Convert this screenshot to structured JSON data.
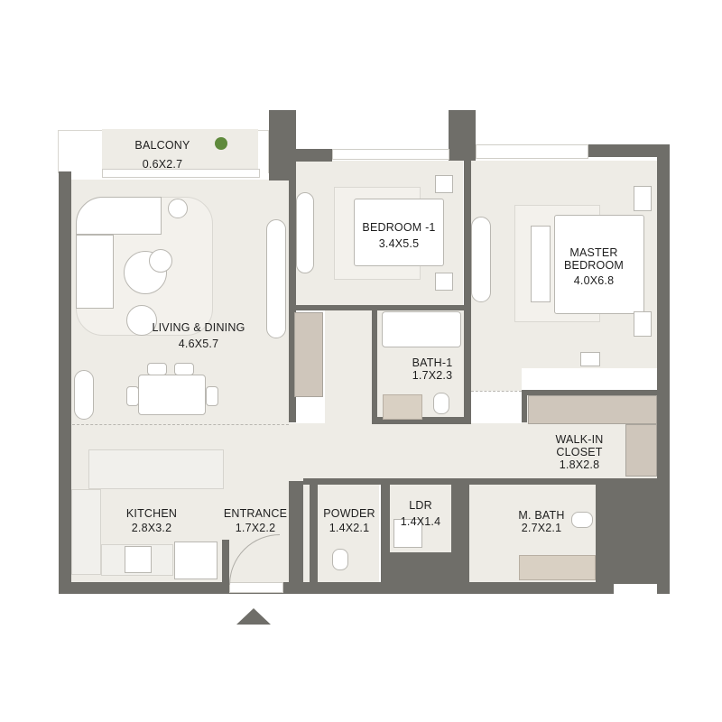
{
  "plan": {
    "type": "apartment floor plan",
    "north_marker": "entrance-arrow",
    "colors": {
      "wall": "#6f6e69",
      "floor": "#eeece6",
      "furniture": "#ffffff",
      "wood": "#cfc6bb",
      "background": "#ffffff"
    },
    "rooms": [
      {
        "id": "balcony",
        "name": "BALCONY",
        "dims": "0.6X2.7"
      },
      {
        "id": "living",
        "name": "LIVING & DINING",
        "dims": "4.6X5.7"
      },
      {
        "id": "bedroom1",
        "name": "BEDROOM -1",
        "dims": "3.4X5.5"
      },
      {
        "id": "master",
        "name_line1": "MASTER",
        "name_line2": "BEDROOM",
        "dims": "4.0X6.8"
      },
      {
        "id": "bath1",
        "name": "BATH-1",
        "dims": "1.7X2.3"
      },
      {
        "id": "walkin",
        "name_line1": "WALK-IN",
        "name_line2": "CLOSET",
        "dims": "1.8X2.8"
      },
      {
        "id": "kitchen",
        "name": "KITCHEN",
        "dims": "2.8X3.2"
      },
      {
        "id": "entrance",
        "name": "ENTRANCE",
        "dims": "1.7X2.2"
      },
      {
        "id": "powder",
        "name": "POWDER",
        "dims": "1.4X2.1"
      },
      {
        "id": "ldr",
        "name": "LDR",
        "dims": "1.4X1.4"
      },
      {
        "id": "mbath",
        "name": "M. BATH",
        "dims": "2.7X2.1"
      }
    ]
  }
}
